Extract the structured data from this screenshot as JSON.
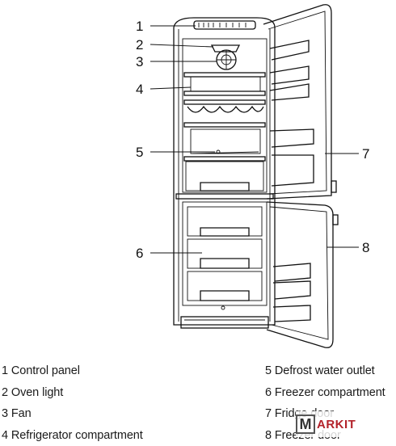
{
  "callouts": [
    "1",
    "2",
    "3",
    "4",
    "5",
    "6",
    "7",
    "8"
  ],
  "legend": {
    "left": [
      "1 Control panel",
      "2 Oven light",
      "3 Fan",
      "4 Refrigerator compartment"
    ],
    "right": [
      "5 Defrost water outlet",
      "6 Freezer compartment",
      "7 Fridge door",
      "8 Freezer door"
    ]
  },
  "watermark": {
    "box_letter": "M",
    "rest": "ARKIT"
  }
}
